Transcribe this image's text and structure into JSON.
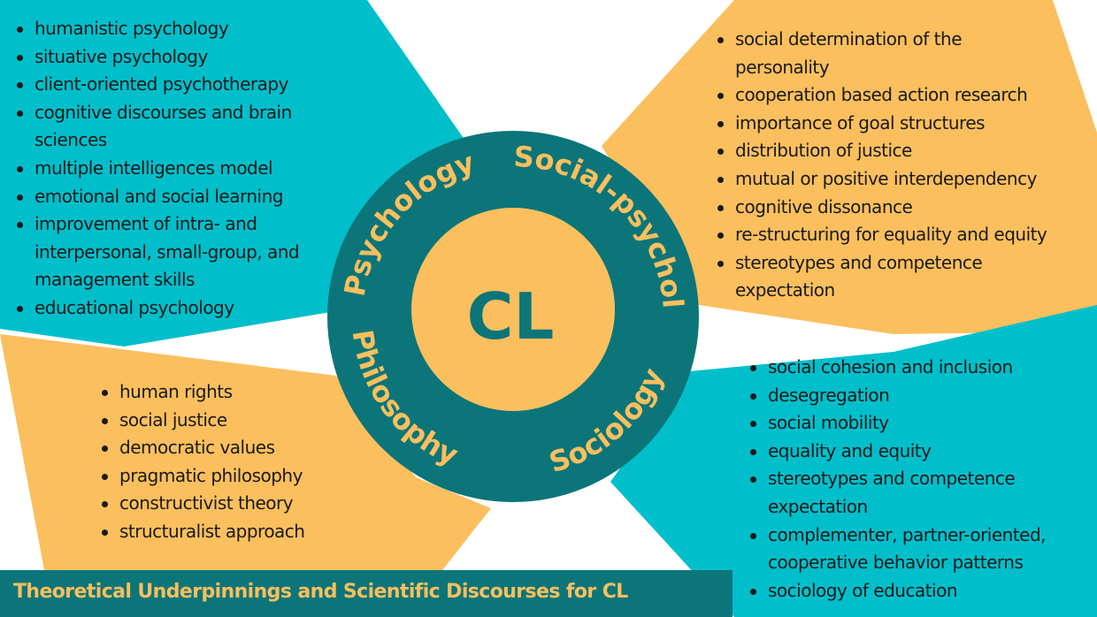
{
  "colors": {
    "teal": "#00bfcb",
    "orange": "#fbbf5e",
    "dark_teal": "#0b7579"
  },
  "center": "CL",
  "ring_labels": {
    "psychology": "Psychology",
    "social_psychology": "Social-psychology",
    "philosophy": "Philosophy",
    "sociology": "Sociology"
  },
  "psychology_items": [
    "humanistic psychology",
    "situative psychology",
    "client-oriented psychotherapy",
    "cognitive discourses and brain sciences",
    "multiple intelligences model",
    "emotional and social learning",
    "improvement of intra- and interpersonal, small-group, and management skills",
    "educational psychology"
  ],
  "social_psychology_items": [
    "social determination of the personality",
    "cooperation based action research",
    "importance of goal structures",
    "distribution of justice",
    "mutual or positive interdependency",
    "cognitive dissonance",
    "re-structuring for equality and equity",
    "stereotypes and competence expectation"
  ],
  "philosophy_items": [
    "human rights",
    "social justice",
    "democratic values",
    "pragmatic philosophy",
    "constructivist theory",
    "structuralist approach"
  ],
  "sociology_items": [
    "social cohesion and inclusion",
    "desegregation",
    "social mobility",
    "equality and equity",
    "stereotypes and competence expectation",
    "complementer, partner-oriented, cooperative behavior patterns",
    "sociology of education"
  ],
  "title": "Theoretical Underpinnings and Scientific Discourses for CL"
}
